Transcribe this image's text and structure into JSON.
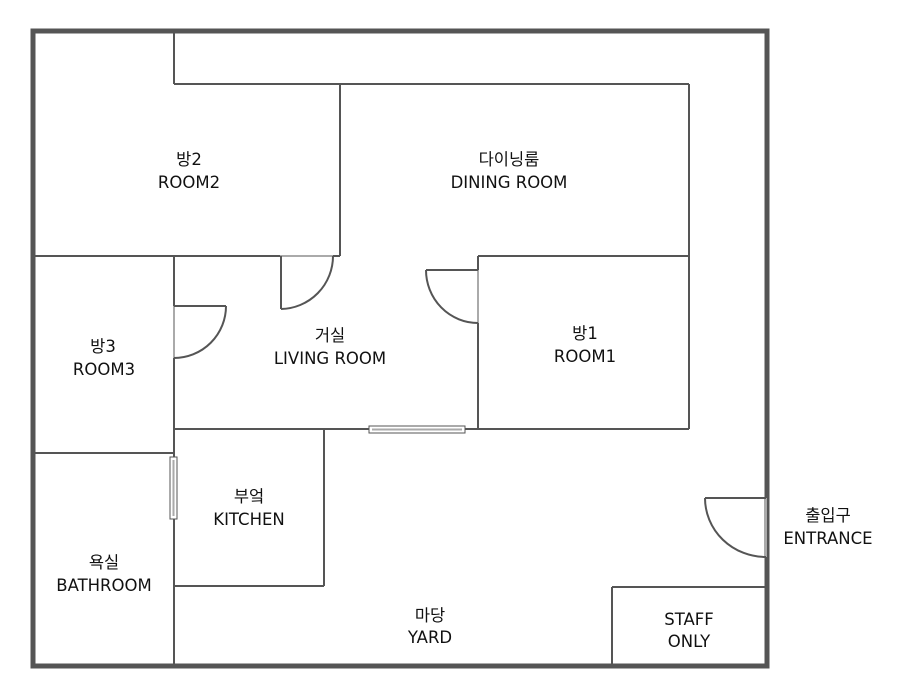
{
  "colors": {
    "outer_wall": "#555555",
    "inner_wall": "#555555",
    "door": "#555555",
    "door_leaf": "#aaaaaa",
    "window": "#aaaaaa",
    "text": "#111111",
    "background": "#ffffff"
  },
  "rooms": {
    "room2": {
      "ko": "방2",
      "en": "ROOM2"
    },
    "dining": {
      "ko": "다이닝룸",
      "en": "DINING ROOM"
    },
    "room3": {
      "ko": "방3",
      "en": "ROOM3"
    },
    "living": {
      "ko": "거실",
      "en": "LIVING ROOM"
    },
    "room1": {
      "ko": "방1",
      "en": "ROOM1"
    },
    "kitchen": {
      "ko": "부엌",
      "en": "KITCHEN"
    },
    "bathroom": {
      "ko": "욕실",
      "en": "BATHROOM"
    },
    "yard": {
      "ko": "마당",
      "en": "YARD"
    },
    "staff": {
      "line1": "STAFF",
      "line2": "ONLY"
    },
    "entrance": {
      "ko": "출입구",
      "en": "ENTRANCE"
    }
  }
}
